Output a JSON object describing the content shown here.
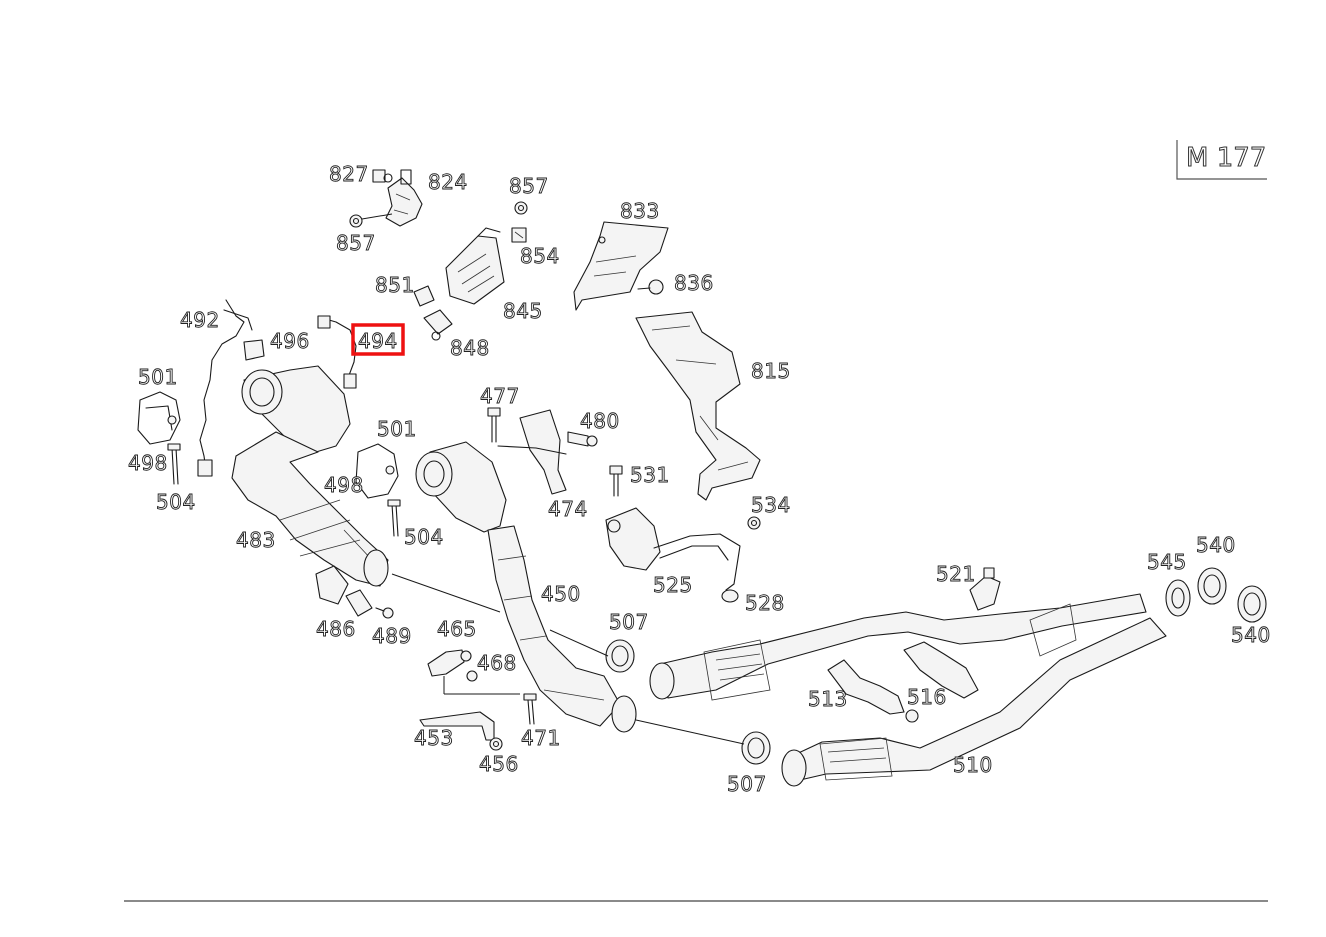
{
  "model_code": "M 177",
  "highlighted_callout": "494",
  "callouts": [
    {
      "label": "827"
    },
    {
      "label": "824"
    },
    {
      "label": "857"
    },
    {
      "label": "857"
    },
    {
      "label": "854"
    },
    {
      "label": "833"
    },
    {
      "label": "851"
    },
    {
      "label": "845"
    },
    {
      "label": "848"
    },
    {
      "label": "836"
    },
    {
      "label": "815"
    },
    {
      "label": "492"
    },
    {
      "label": "496"
    },
    {
      "label": "494"
    },
    {
      "label": "501"
    },
    {
      "label": "498"
    },
    {
      "label": "504"
    },
    {
      "label": "501"
    },
    {
      "label": "498"
    },
    {
      "label": "504"
    },
    {
      "label": "477"
    },
    {
      "label": "480"
    },
    {
      "label": "474"
    },
    {
      "label": "531"
    },
    {
      "label": "534"
    },
    {
      "label": "483"
    },
    {
      "label": "450"
    },
    {
      "label": "525"
    },
    {
      "label": "528"
    },
    {
      "label": "486"
    },
    {
      "label": "489"
    },
    {
      "label": "465"
    },
    {
      "label": "468"
    },
    {
      "label": "507"
    },
    {
      "label": "453"
    },
    {
      "label": "471"
    },
    {
      "label": "456"
    },
    {
      "label": "507"
    },
    {
      "label": "510"
    },
    {
      "label": "513"
    },
    {
      "label": "516"
    },
    {
      "label": "521"
    },
    {
      "label": "545"
    },
    {
      "label": "540"
    },
    {
      "label": "540"
    }
  ]
}
